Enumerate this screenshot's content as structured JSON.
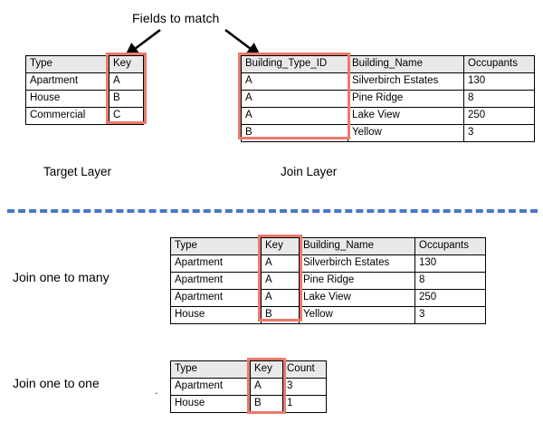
{
  "annotations": {
    "fields_to_match": "Fields to match",
    "target_layer": "Target Layer",
    "join_layer": "Join Layer",
    "join_one_to_many": "Join one to many",
    "join_one_to_one": "Join one to one",
    "stray_dot": "."
  },
  "colors": {
    "highlight": "#ea7a6c",
    "divider": "#4a76c8",
    "header_fill": "#e9e9e9",
    "border": "#000000",
    "text": "#000000"
  },
  "tables": {
    "target_layer": {
      "name": "Target Layer",
      "headers": [
        "Type",
        "Key"
      ],
      "highlight_column": 1,
      "rows": [
        [
          "Apartment",
          "A"
        ],
        [
          "House",
          "B"
        ],
        [
          "Commercial",
          "C"
        ]
      ]
    },
    "join_layer": {
      "name": "Join Layer",
      "headers": [
        "Building_Type_ID",
        "Building_Name",
        "Occupants"
      ],
      "highlight_column": 0,
      "rows": [
        [
          "A",
          "Silverbirch Estates",
          "130"
        ],
        [
          "A",
          "Pine Ridge",
          "8"
        ],
        [
          "A",
          "Lake View",
          "250"
        ],
        [
          "B",
          "Yellow",
          "3"
        ]
      ]
    },
    "join_one_to_many": {
      "name": "Join one to many",
      "headers": [
        "Type",
        "Key",
        "Building_Name",
        "Occupants"
      ],
      "highlight_column": 1,
      "rows": [
        [
          "Apartment",
          "A",
          "Silverbirch Estates",
          "130"
        ],
        [
          "Apartment",
          "A",
          "Pine Ridge",
          "8"
        ],
        [
          "Apartment",
          "A",
          "Lake View",
          "250"
        ],
        [
          "House",
          "B",
          "Yellow",
          "3"
        ]
      ]
    },
    "join_one_to_one": {
      "name": "Join one to one",
      "headers": [
        "Type",
        "Key",
        "Count"
      ],
      "highlight_column": 1,
      "rows": [
        [
          "Apartment",
          "A",
          "3"
        ],
        [
          "House",
          "B",
          "1"
        ]
      ]
    }
  }
}
